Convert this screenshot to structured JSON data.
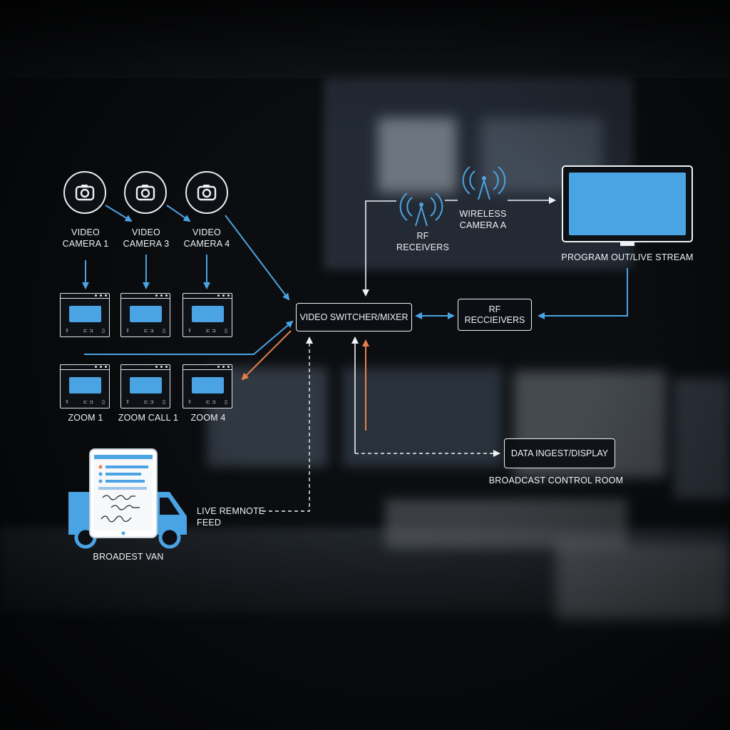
{
  "cameras": [
    {
      "label": "VIDEO\nCAMERA 1"
    },
    {
      "label": "VIDEO\nCAMERA 3"
    },
    {
      "label": "VIDEO\nCAMERA 4"
    }
  ],
  "zoom_labels": [
    "ZOOM 1",
    "ZOOM CALL 1",
    "ZOOM 4"
  ],
  "switcher": {
    "label": "VIDEO SWITCHER/MIXER"
  },
  "rf_receivers_top": {
    "label": "RF\nRECEIVERS"
  },
  "wireless_camera": {
    "label": "WIRELESS\nCAMERA A"
  },
  "program_out": {
    "label": "PROGRAM OUT/LIVE STREAM"
  },
  "rf_receivers_box": {
    "label": "RF\nRECCIEIVERS"
  },
  "data_ingest": {
    "label": "DATA INGEST/DISPLAY"
  },
  "control_room": {
    "label": "BROADCAST CONTROL ROOM"
  },
  "remote_feed": {
    "label": "LIVE REMNOTE\nFEED"
  },
  "van": {
    "label": "BROADEST VAN"
  },
  "colors": {
    "accent_blue": "#4aa3e3",
    "accent_orange": "#e8804a",
    "line_white": "#eef2f5"
  }
}
